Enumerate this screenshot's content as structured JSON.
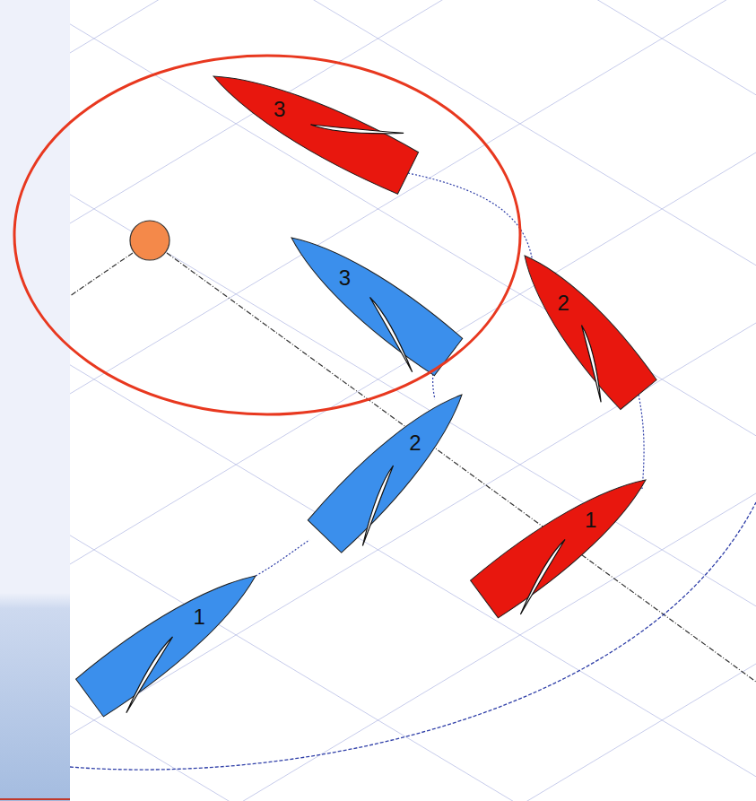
{
  "diagram": {
    "labels": [
      "3",
      "3",
      "2",
      "2",
      "1",
      "1"
    ]
  }
}
